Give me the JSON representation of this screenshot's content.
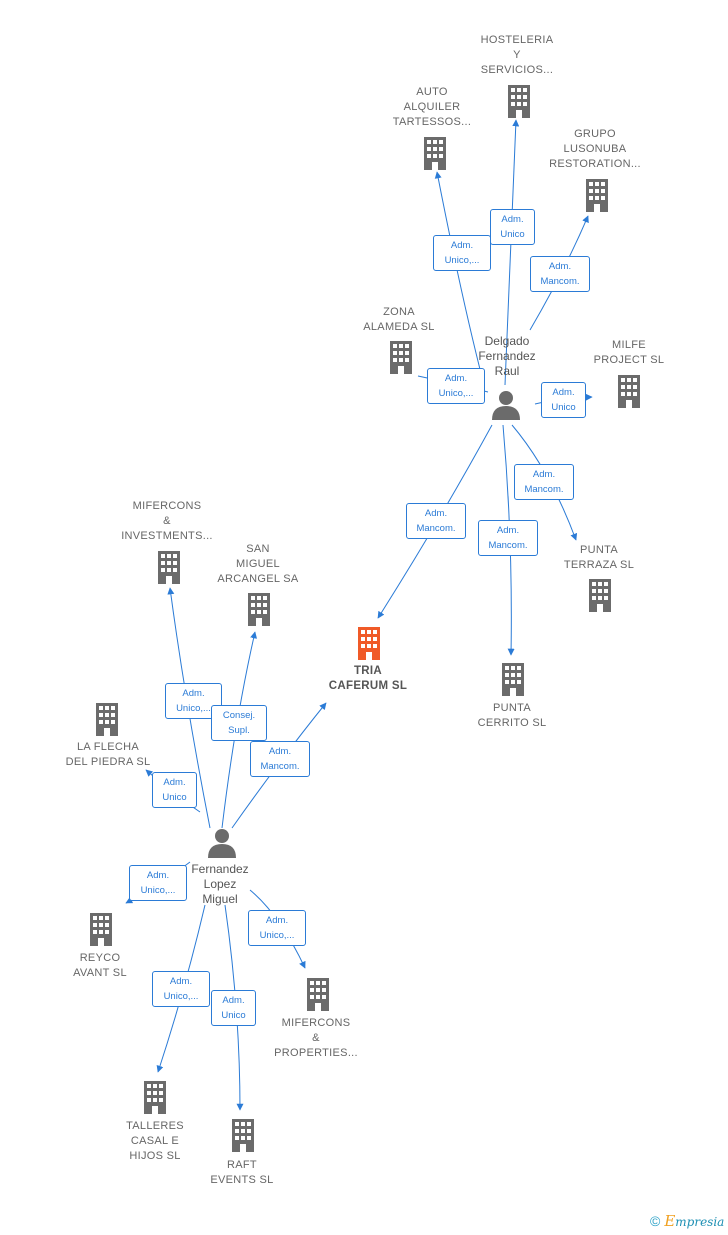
{
  "colors": {
    "edge": "#2b7bd6",
    "building": "#6b6b6b",
    "focus_building": "#f05a28",
    "person": "#6b6b6b"
  },
  "companies": {
    "hosteleria": "HOSTELERIA\nY\nSERVICIOS...",
    "auto_alquiler": "AUTO\nALQUILER\nTARTESSOS...",
    "grupo_lusonuba": "GRUPO\nLUSONUBA\nRESTORATION...",
    "zona_alameda": "ZONA\nALAMEDA  SL",
    "milfe_project": "MILFE\nPROJECT  SL",
    "mifercons_investments": "MIFERCONS\n&\nINVESTMENTS...",
    "san_miguel": "SAN\nMIGUEL\nARCANGEL SA",
    "tria_caferum": "TRIA\nCAFERUM  SL",
    "punta_terraza": "PUNTA\nTERRAZA  SL",
    "punta_cerrito": "PUNTA\nCERRITO SL",
    "la_flecha": "LA FLECHA\nDEL PIEDRA SL",
    "reyco_avant": "REYCO\nAVANT  SL",
    "mifercons_properties": "MIFERCONS\n&\nPROPERTIES...",
    "talleres_casal": "TALLERES\nCASAL E\nHIJOS  SL",
    "raft_events": "RAFT\nEVENTS  SL"
  },
  "persons": {
    "delgado": "Delgado\nFernandez\nRaul",
    "fernandez": "Fernandez\nLopez\nMiguel"
  },
  "relations": {
    "d_auto": "Adm.\nUnico,...",
    "d_hosteleria": "Adm.\nUnico",
    "d_grupo": "Adm.\nMancom.",
    "d_zona": "Adm.\nUnico,...",
    "d_milfe": "Adm.\nUnico",
    "d_tria": "Adm.\nMancom.",
    "d_cerrito": "Adm.\nMancom.",
    "d_terraza": "Adm.\nMancom.",
    "f_investments": "Adm.\nUnico,...",
    "f_sanmiguel": "Consej.\nSupl.",
    "f_tria": "Adm.\nMancom.",
    "f_flecha": "Adm.\nUnico",
    "f_reyco": "Adm.\nUnico,...",
    "f_properties": "Adm.\nUnico,...",
    "f_talleres": "Adm.\nUnico,...",
    "f_raft": "Adm.\nUnico"
  },
  "footer": {
    "copyright_symbol": "©",
    "brand_first": "E",
    "brand_rest": "mpresia"
  }
}
